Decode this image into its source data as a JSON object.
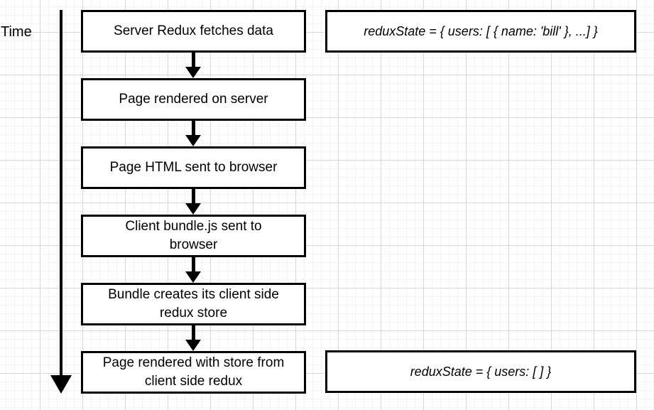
{
  "diagram": {
    "timeline": {
      "label": "Time"
    },
    "flow": {
      "steps": [
        {
          "label": "Server Redux fetches data"
        },
        {
          "label": "Page rendered on server"
        },
        {
          "label": "Page HTML sent to browser"
        },
        {
          "label": "Client bundle.js sent to\nbrowser"
        },
        {
          "label": "Bundle creates its client side\nredux store"
        },
        {
          "label": "Page rendered with store from\nclient side redux"
        }
      ]
    },
    "annotations": [
      {
        "label": "reduxState = { users: [ { name: 'bill' }, ...] }"
      },
      {
        "label": "reduxState = { users: [ ] }"
      }
    ],
    "colors": {
      "stroke": "#000000",
      "fill": "#ffffff",
      "grid_minor": "#f4f4f4",
      "grid_major": "#d7d7d7",
      "background": "#ffffff"
    }
  }
}
